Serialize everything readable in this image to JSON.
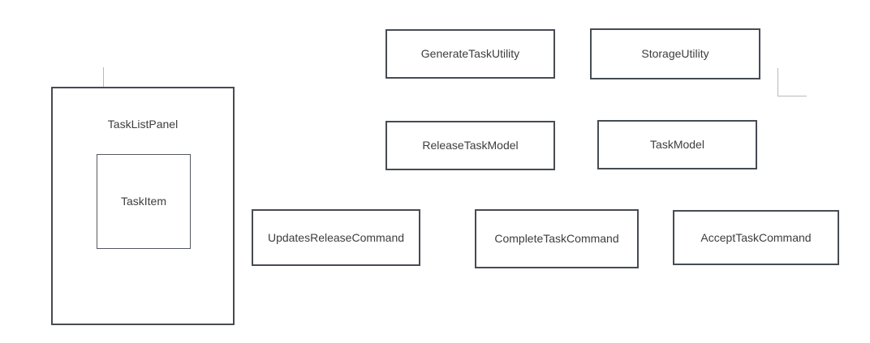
{
  "diagram": {
    "colors": {
      "background": "#ffffff",
      "node_border": "#474b52",
      "node_fill": "#ffffff",
      "label_text": "#3d3d3d",
      "guide_line": "#b9b9b9"
    },
    "nodes": {
      "generate_task_utility": {
        "label": "GenerateTaskUtility"
      },
      "storage_utility": {
        "label": "StorageUtility"
      },
      "release_task_model": {
        "label": "ReleaseTaskModel"
      },
      "task_model": {
        "label": "TaskModel"
      },
      "updates_release_command": {
        "label": "UpdatesReleaseCommand"
      },
      "complete_task_command": {
        "label": "CompleteTaskCommand"
      },
      "accept_task_command": {
        "label": "AcceptTaskCommand"
      },
      "task_list_panel": {
        "label": "TaskListPanel"
      },
      "task_item": {
        "label": "TaskItem"
      }
    }
  }
}
